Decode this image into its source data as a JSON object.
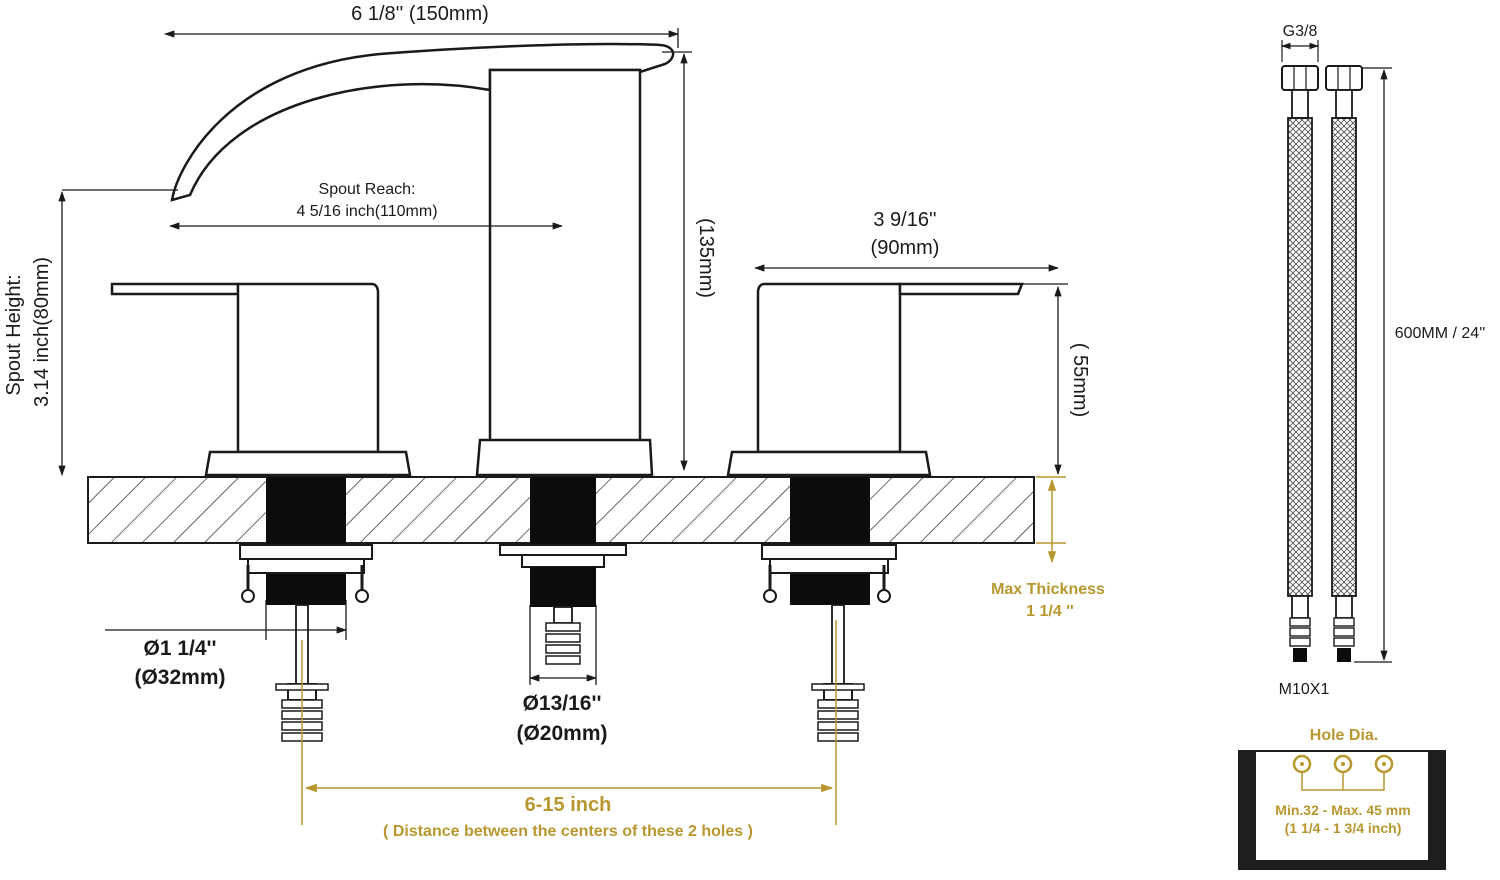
{
  "colors": {
    "line": "#1a1a1a",
    "gold": "#b8972e",
    "dark": "#0c0c0c",
    "panel": "#1e1e1e",
    "text": "#1a1a1a"
  },
  "dimensions": {
    "spout_width": "6 1/8'' (150mm)",
    "spout_reach_title": "Spout Reach:",
    "spout_reach_value": "4 5/16 inch(110mm)",
    "spout_height_title": "Spout Height:",
    "spout_height_value": "3.14 inch(80mm)",
    "body_height": "(135mm)",
    "handle_width_in": "3 9/16''",
    "handle_width_mm": "(90mm)",
    "handle_height": "( 55mm)",
    "max_thickness_title": "Max Thickness",
    "max_thickness_value": "1 1/4 ''",
    "handle_shank_in": "Ø1 1/4''",
    "handle_shank_mm": "(Ø32mm)",
    "spout_shank_in": "Ø13/16''",
    "spout_shank_mm": "(Ø20mm)",
    "hole_spacing": "6-15 inch",
    "hole_spacing_note": "( Distance between the centers of these 2 holes )"
  },
  "hose": {
    "top_thread": "G3/8",
    "length": "600MM / 24''",
    "bottom_thread": "M10X1"
  },
  "hole_panel": {
    "title": "Hole Dia.",
    "range_mm": "Min.32 - Max. 45 mm",
    "range_in": "(1 1/4 - 1 3/4 inch)"
  }
}
